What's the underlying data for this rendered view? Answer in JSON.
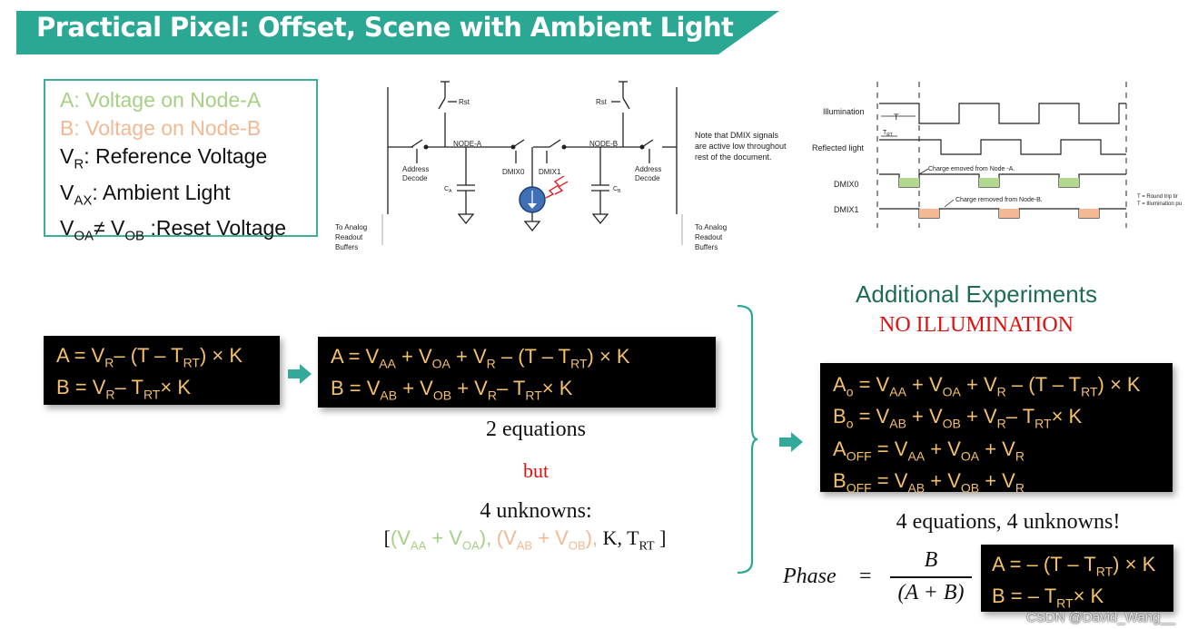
{
  "title": "Practical Pixel: Offset, Scene with Ambient Light",
  "legend": {
    "a": "A: Voltage on Node-A",
    "b": "B: Voltage on Node-B",
    "vr_sub": "R",
    "vr_text": ": Reference Voltage",
    "vax_sub": "AX",
    "vax_text": ": Ambient Light",
    "voa_sub": "OA",
    "neq": "≠ V",
    "vob_sub": "OB",
    "reset_text": " :Reset Voltage",
    "v": "V"
  },
  "circuit": {
    "rst_left": "Rst",
    "rst_right": "Rst",
    "node_a": "NODE-A",
    "node_b": "NODE-B",
    "addr_left_1": "Address",
    "addr_left_2": "Decode",
    "addr_right_1": "Address",
    "addr_right_2": "Decode",
    "dmix0": "DMIX0",
    "dmix1": "DMIX1",
    "ca": "C",
    "ca_sub": "A",
    "cb": "C",
    "cb_sub": "B",
    "to_analog_left": [
      "To Analog",
      "Readout",
      "Buffers"
    ],
    "to_analog_right": [
      "To Analog",
      "Readout",
      "Buffers"
    ],
    "note": [
      "Note that DMIX signals",
      "are active low throughout",
      "rest of the document."
    ]
  },
  "timing": {
    "illumination": "Illumination",
    "t_label": "T",
    "trt": "T",
    "trt_sub": "RT",
    "reflected": "Reflected light",
    "dmix0": "DMIX0",
    "dmix1": "DMIX1",
    "charge_a": "Charge emoved from Node -A.",
    "charge_b": "Charge removed from Node-B.",
    "note1": "T  = Round trip tir",
    "note2": "T = Illumination pu",
    "colors": {
      "dmix0_fill": "#b3d88f",
      "dmix1_fill": "#f2b994"
    }
  },
  "eq1": {
    "l1_a": "A = V",
    "l1_sub1": "R",
    "l1_b": "– (T – T",
    "l1_sub2": "RT",
    "l1_c": ") × K",
    "l2_a": "B = V",
    "l2_sub1": "R",
    "l2_b": "– T",
    "l2_sub2": "RT",
    "l2_c": "× K"
  },
  "eq2": {
    "l1": [
      "A = V",
      "AA",
      " + V",
      "OA",
      " + V",
      "R",
      " – (T – T",
      "RT",
      ") × K"
    ],
    "l2": [
      "B = V",
      "AB",
      " + V",
      "OB",
      " + V",
      "R",
      "– T",
      "RT",
      "× K"
    ]
  },
  "middle": {
    "two_equations": "2 equations",
    "but": "but",
    "four_unknowns": "4 unknowns:",
    "bracket_open": "[",
    "u1": [
      "(V",
      "AA",
      " + V",
      "OA",
      "),"
    ],
    "u2": [
      "(V",
      "AB",
      " + V",
      "OB",
      "),"
    ],
    "u3": "K, T",
    "u3_sub": "RT",
    "bracket_close": "]"
  },
  "additional": {
    "title": "Additional Experiments",
    "subtitle": "NO ILLUMINATION",
    "l1": [
      "A",
      "o",
      " = V",
      "AA",
      " + V",
      "OA",
      " + V",
      "R",
      " – (T – T",
      "RT",
      ") × K"
    ],
    "l2": [
      "B",
      "o",
      " = V",
      "AB",
      " + V",
      "OB",
      " + V",
      "R",
      "– T",
      "RT",
      "× K"
    ],
    "l3": [
      "A",
      "OFF",
      " = V",
      "AA",
      " + V",
      "OA",
      " + V",
      "R"
    ],
    "l4": [
      "B",
      "OFF",
      " = V",
      "AB",
      " + V",
      "OB",
      " + V",
      "R"
    ],
    "four_four": "4 equations, 4 unknowns!"
  },
  "phase": {
    "label": "Phase",
    "equals": "=",
    "num": "B",
    "den": "(A + B)"
  },
  "eq3": {
    "l1_a": "A = – (T – T",
    "l1_sub": "RT",
    "l1_b": ") × K",
    "l2_a": "B = – T",
    "l2_sub": "RT",
    "l2_b": "× K"
  },
  "watermark": "CSDN @David_Wang__",
  "colors": {
    "banner": "#2aa893",
    "legend_border": "#3fae99",
    "green_text": "#a7cf85",
    "peach_text": "#f2b994",
    "eq_yellow": "#f4c06b",
    "heading_green": "#1f6b55",
    "red": "#e01010"
  }
}
